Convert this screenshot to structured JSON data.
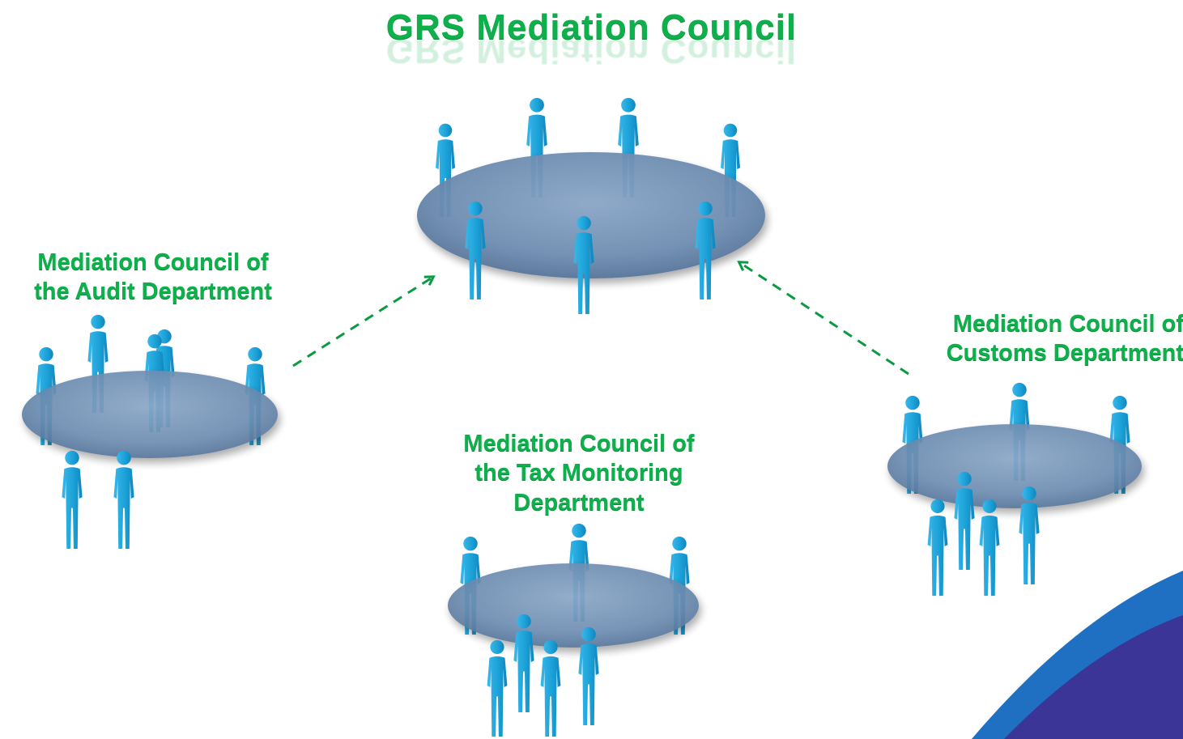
{
  "title": "GRS Mediation Council",
  "councils": {
    "audit": {
      "lines": [
        "Mediation Council of",
        "the Audit Department"
      ]
    },
    "tax": {
      "lines": [
        "Mediation Council of",
        "the Tax Monitoring",
        "Department"
      ]
    },
    "customs": {
      "lines": [
        "Mediation Council of",
        "Customs Department"
      ]
    }
  },
  "colors": {
    "label": "#0db04b",
    "arrow": "#0a9a43",
    "person": "#1a9fd6",
    "table": "#6f8fb3"
  },
  "icons": [
    "person-icon",
    "round-table-icon",
    "dashed-arrow-icon"
  ]
}
